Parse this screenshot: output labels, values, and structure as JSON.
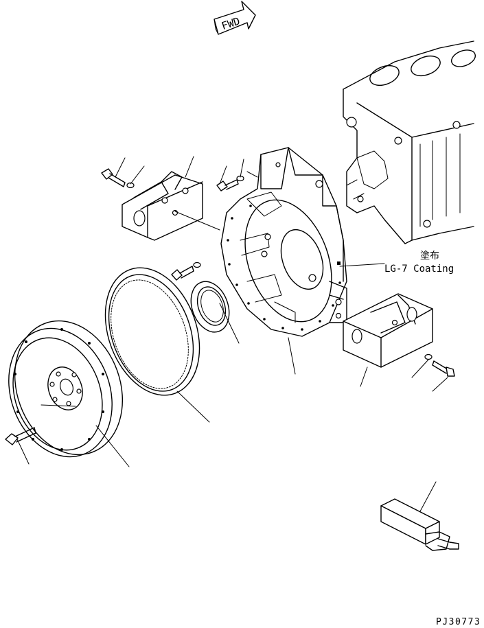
{
  "fwd_label": "FWD",
  "coating": {
    "jp": "塗布",
    "en": "LG-7 Coating"
  },
  "drawing_code": "PJ30773"
}
